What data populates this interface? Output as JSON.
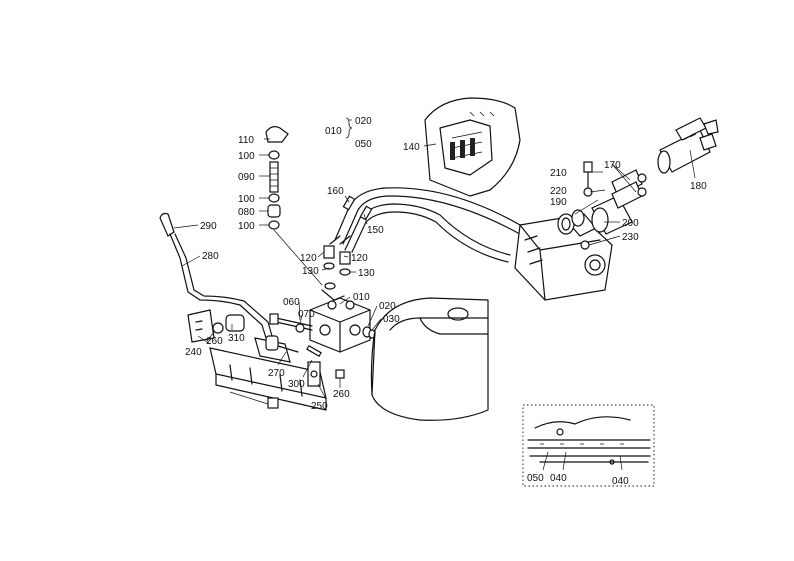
{
  "diagram": {
    "labels": {
      "p010_main": "010",
      "p010_top": "010",
      "p020_top": "020",
      "p050_top": "050",
      "p020": "020",
      "p030": "030",
      "p060": "060",
      "p070": "070",
      "p080": "080",
      "p090": "090",
      "p100_a": "100",
      "p100_b": "100",
      "p100_c": "100",
      "p110": "110",
      "p120_a": "120",
      "p120_b": "120",
      "p130_a": "130",
      "p130_b": "130",
      "p140": "140",
      "p150": "150",
      "p160": "160",
      "p170": "170",
      "p180": "180",
      "p190": "190",
      "p200": "200",
      "p210": "210",
      "p220": "220",
      "p230": "230",
      "p240": "240",
      "p250": "250",
      "p260_a": "260",
      "p260_b": "260",
      "p270": "270",
      "p280": "280",
      "p290": "290",
      "p300": "300",
      "p310": "310",
      "inset_050": "050",
      "inset_040_a": "040",
      "inset_040_b": "040"
    }
  }
}
